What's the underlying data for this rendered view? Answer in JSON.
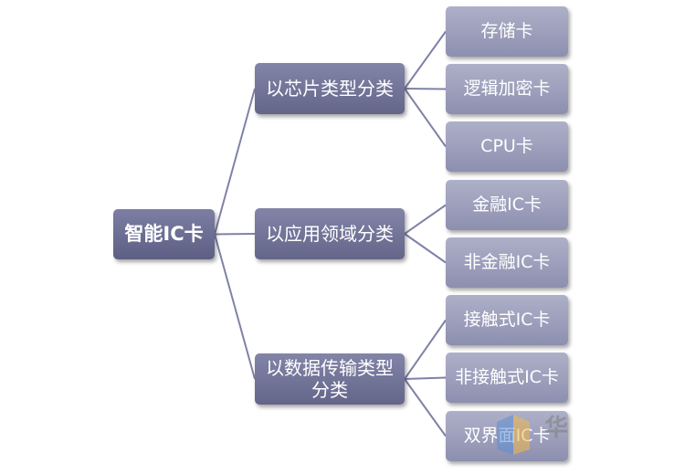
{
  "root": {
    "label": "智能IC卡"
  },
  "categories": [
    {
      "label": "以芯片类型分类",
      "children": [
        "存储卡",
        "逻辑加密卡",
        "CPU卡"
      ]
    },
    {
      "label": "以应用领域分类",
      "children": [
        "金融IC卡",
        "非金融IC卡"
      ]
    },
    {
      "label": "以数据传输类型\n分类",
      "children": [
        "接触式IC卡",
        "非接触式IC卡",
        "双界面IC卡"
      ]
    }
  ],
  "watermark": {
    "text": "华"
  },
  "colors": {
    "root": "#6b6d93",
    "category": "#73759a",
    "leaf": "#9ea0bf",
    "connector": "#7f82a6"
  }
}
